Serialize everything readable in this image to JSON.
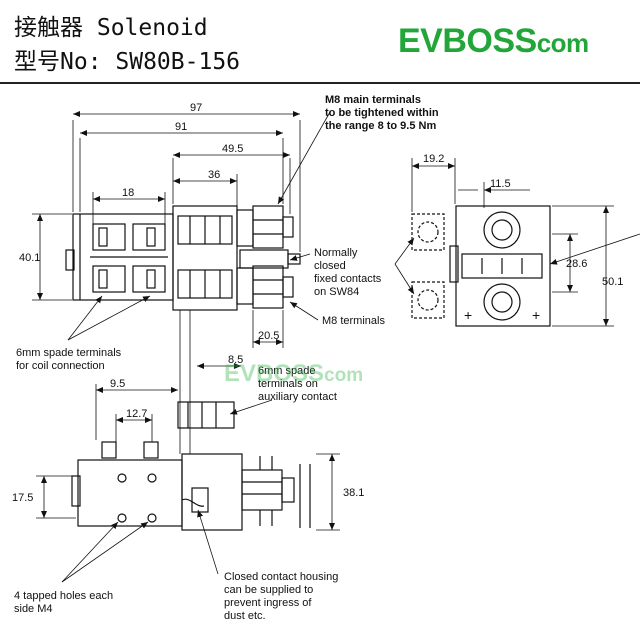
{
  "header": {
    "line1": "接触器 Solenoid",
    "line2": "型号No: SW80B-156",
    "brand": {
      "main": "EVBOSS",
      "suffix": "com",
      "color": "#22a63a"
    }
  },
  "watermark": {
    "main": "EVBOSS",
    "suffix": "com"
  },
  "dimensions": {
    "d97": "97",
    "d91": "91",
    "d49_5": "49.5",
    "d36": "36",
    "d18": "18",
    "d40_1": "40.1",
    "d20_5": "20.5",
    "d8_5": "8.5",
    "d9_5": "9.5",
    "d12_7": "12.7",
    "d17_5": "17.5",
    "d38_1": "38.1",
    "d19_2": "19.2",
    "d11_5": "11.5",
    "d28_6": "28.6",
    "d50_1": "50.1"
  },
  "annotations": {
    "m8_main": [
      "M8 main terminals",
      "to be tightened within",
      "the range 8 to 9.5 Nm"
    ],
    "normally_closed": [
      "Normally",
      "closed",
      "fixed contacts",
      "on SW84"
    ],
    "m8_terminals": "M8 terminals",
    "coil_spade": [
      "6mm spade terminals",
      "for coil connection"
    ],
    "aux_spade": [
      "6mm spade",
      "terminals on",
      "auxiliary contact"
    ],
    "tapped_holes": [
      "4 tapped holes each",
      "side M4"
    ],
    "housing": [
      "Closed contact housing",
      "can be supplied to",
      "prevent ingress of",
      "dust etc."
    ],
    "plus_left": "+",
    "plus_right": "+"
  }
}
